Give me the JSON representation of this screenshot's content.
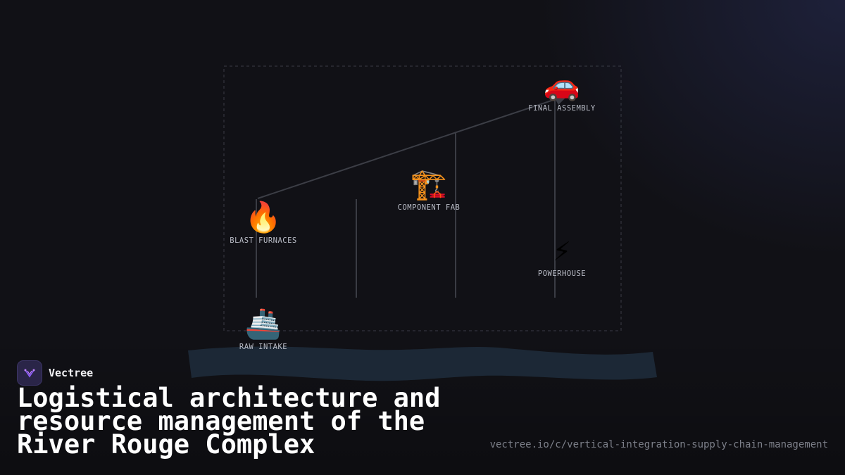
{
  "diagram": {
    "nodes": [
      {
        "key": "final",
        "icon": "car-icon",
        "glyph": "🚗",
        "label": "FINAL ASSEMBLY"
      },
      {
        "key": "component",
        "icon": "crane-icon",
        "glyph": "🏗️",
        "label": "COMPONENT FAB"
      },
      {
        "key": "blast",
        "icon": "fire-icon",
        "glyph": "🔥",
        "label": "BLAST FURNACES"
      },
      {
        "key": "power",
        "icon": "lightning-icon",
        "glyph": "⚡",
        "label": "POWERHOUSE"
      },
      {
        "key": "raw",
        "icon": "ship-icon",
        "glyph": "🚢",
        "label": "RAW INTAKE"
      }
    ],
    "colors": {
      "river": "#1e2a38",
      "lines": "#3a3c44",
      "frame": "#3a3c46"
    }
  },
  "brand": {
    "name": "Vectree",
    "logo_icon": "vectree-logo-icon"
  },
  "title": "Logistical architecture and resource management of the River Rouge Complex",
  "url": "vectree.io/c/vertical-integration-supply-chain-management"
}
